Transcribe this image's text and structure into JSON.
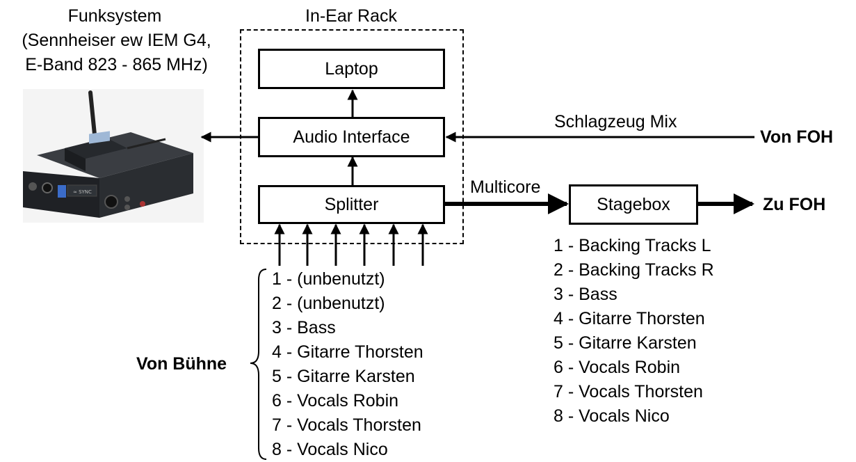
{
  "funksystem": {
    "title": "Funksystem",
    "line2": "(Sennheiser ew IEM G4,",
    "line3": "E-Band 823 - 865 MHz)",
    "device_colors": {
      "body": "#2a2d31",
      "display": "#3b6cc9"
    }
  },
  "rack": {
    "label": "In-Ear Rack"
  },
  "boxes": {
    "laptop": "Laptop",
    "audio_interface": "Audio Interface",
    "splitter": "Splitter",
    "stagebox": "Stagebox"
  },
  "edges": {
    "schlagzeug_mix": "Schlagzeug Mix",
    "multicore": "Multicore"
  },
  "endpoints": {
    "von_foh": "Von FOH",
    "zu_foh": "Zu FOH",
    "von_buehne": "Von Bühne"
  },
  "stage_inputs": [
    "1 - (unbenutzt)",
    "2 - (unbenutzt)",
    "3 - Bass",
    "4 - Gitarre Thorsten",
    "5 - Gitarre Karsten",
    "6 - Vocals Robin",
    "7 - Vocals Thorsten",
    "8 - Vocals Nico"
  ],
  "stagebox_channels": [
    "1 - Backing Tracks L",
    "2 - Backing Tracks R",
    "3 - Bass",
    "4 - Gitarre Thorsten",
    "5 - Gitarre Karsten",
    "6 - Vocals Robin",
    "7 - Vocals Thorsten",
    "8 - Vocals Nico"
  ]
}
